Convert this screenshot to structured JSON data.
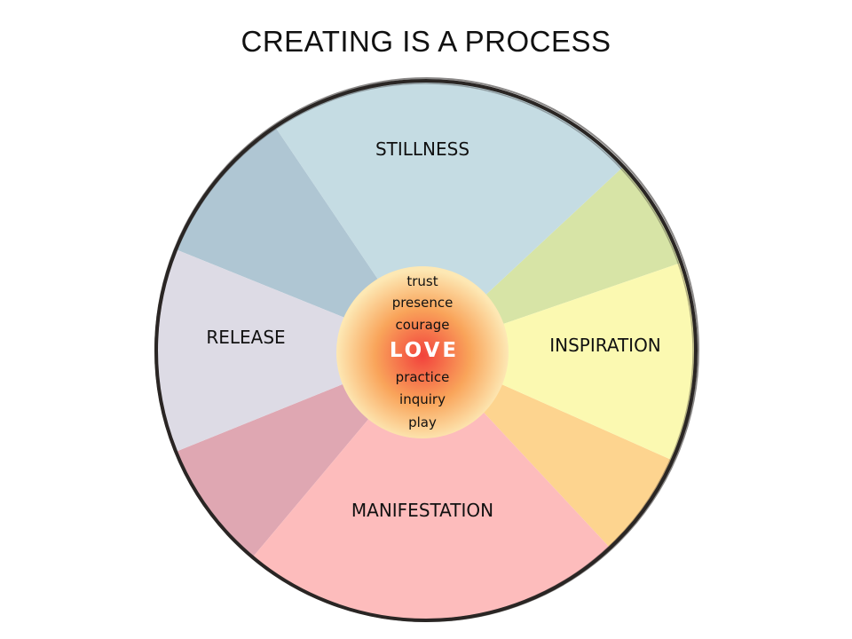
{
  "title": "CREATING IS A PROCESS",
  "segments": {
    "stillness": {
      "label": "STILLNESS",
      "color": "#c5dce3"
    },
    "inspiration": {
      "label": "INSPIRATION",
      "color": "#fbf9b1"
    },
    "manifestation": {
      "label": "MANIFESTATION",
      "color": "#fdbcbc"
    },
    "release": {
      "label": "RELEASE",
      "color": "#dddbe5"
    }
  },
  "transitions": {
    "stillness_inspiration": "#d7e4a6",
    "inspiration_manifestation": "#fdd48f",
    "manifestation_release": "#dfa7b2",
    "release_stillness": "#afc6d3"
  },
  "center": {
    "words_above": [
      "trust",
      "presence",
      "courage"
    ],
    "core": "LOVE",
    "words_below": [
      "practice",
      "inquiry",
      "play"
    ],
    "colors": {
      "inner": "#f2423c",
      "middle": "#f9a45a",
      "outer": "#fde8b4"
    }
  },
  "rim_color": "#2a2624"
}
